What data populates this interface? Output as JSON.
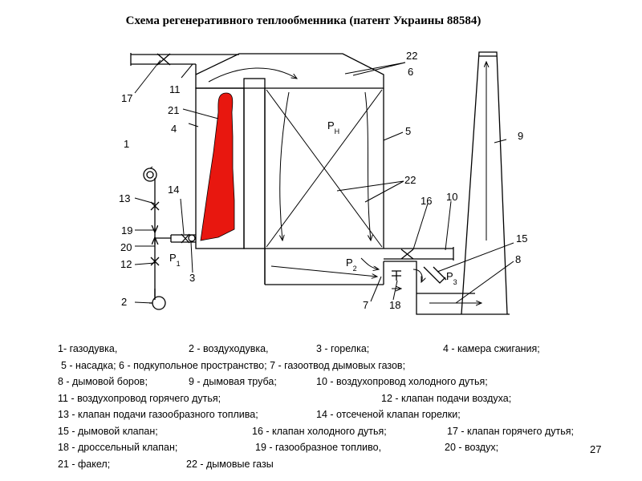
{
  "title": "Схема регенеративного теплообменника (патент Украины 88584)",
  "diagram_labels": {
    "n1": "1",
    "n2": "2",
    "n3": "3",
    "n4": "4",
    "n5": "5",
    "n6": "6",
    "n7": "7",
    "n8": "8",
    "n9": "9",
    "n10": "10",
    "n11": "11",
    "n12": "12",
    "n13": "13",
    "n14": "14",
    "n15": "15",
    "n16": "16",
    "n17": "17",
    "n18": "18",
    "n19": "19",
    "n20": "20",
    "n21": "21",
    "n22a": "22",
    "n22b": "22",
    "P": "P",
    "sub_H": "Н",
    "sub_1": "1",
    "sub_2": "2",
    "sub_3": "3"
  },
  "legend": {
    "r1c1": "1- газодувка,",
    "r1c2": "2 - воздуходувка,",
    "r1c3": "3 - горелка;",
    "r1c4": "4 - камера сжигания;",
    "r2c1": "5 - насадка;  6 - подкупольное пространство;  7 - газоотвод дымовых газов;",
    "r3c1": "8 - дымовой боров;",
    "r3c2": "9 - дымовая труба;",
    "r3c3": "10 - воздухопровод холодного дутья;",
    "r4c1": "11 - воздухопровод горячего дутья;",
    "r4c2": "12 - клапан подачи воздуха;",
    "r5c1": "13 - клапан подачи газообразного топлива;",
    "r5c2": "14 - отсеченой клапан горелки;",
    "r6c1": "15 - дымовой клапан;",
    "r6c2": "16 - клапан холодного дутья;",
    "r6c3": "17 - клапан горячего дутья;",
    "r7c1": "18 - дроссельный клапан;",
    "r7c2": "19 - газообразное топливо,",
    "r7c3": "20 - воздух;",
    "r8c1": "21 - факел;",
    "r8c2": "22 - дымовые газы"
  },
  "page_number": "27",
  "colors": {
    "flame": "#e8170f",
    "line": "#000000"
  }
}
